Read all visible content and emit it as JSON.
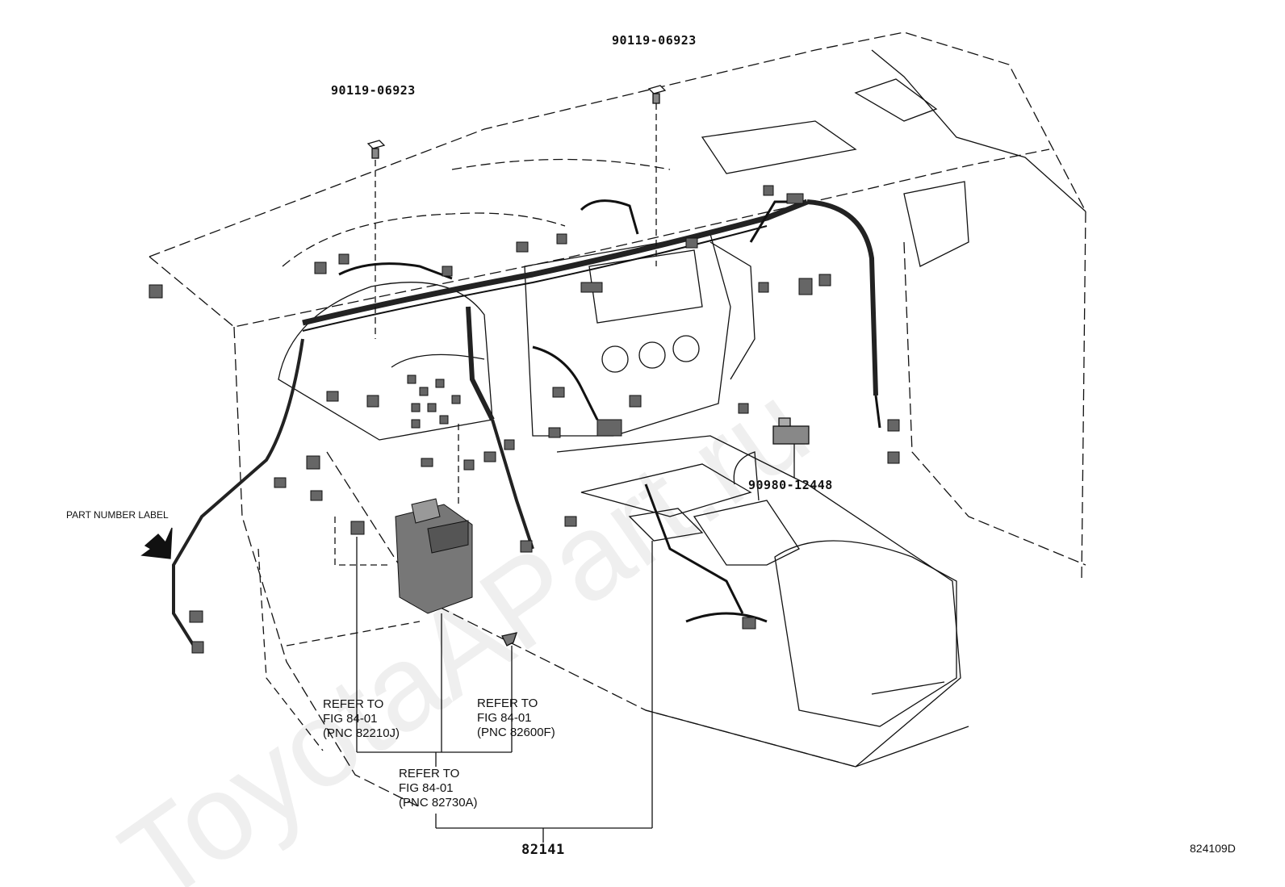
{
  "labels": {
    "bolt_left": "90119-06923",
    "bolt_right": "90119-06923",
    "relay_part": "90980-12448",
    "part_number_label": "PART NUMBER LABEL",
    "ref_left_l1": "REFER TO",
    "ref_left_l2": "FIG 84-01",
    "ref_left_l3": "(PNC 82210J)",
    "ref_mid_l1": "REFER TO",
    "ref_mid_l2": "FIG 84-01",
    "ref_mid_l3": "(PNC 82600F)",
    "ref_low_l1": "REFER TO",
    "ref_low_l2": "FIG 84-01",
    "ref_low_l3": "(PNC 82730A)",
    "main_part": "82141",
    "figure_code": "824109D"
  },
  "watermark": "ToyotaAPart.ru",
  "colors": {
    "ink": "#111111",
    "watermark": "#b4b4b4"
  }
}
